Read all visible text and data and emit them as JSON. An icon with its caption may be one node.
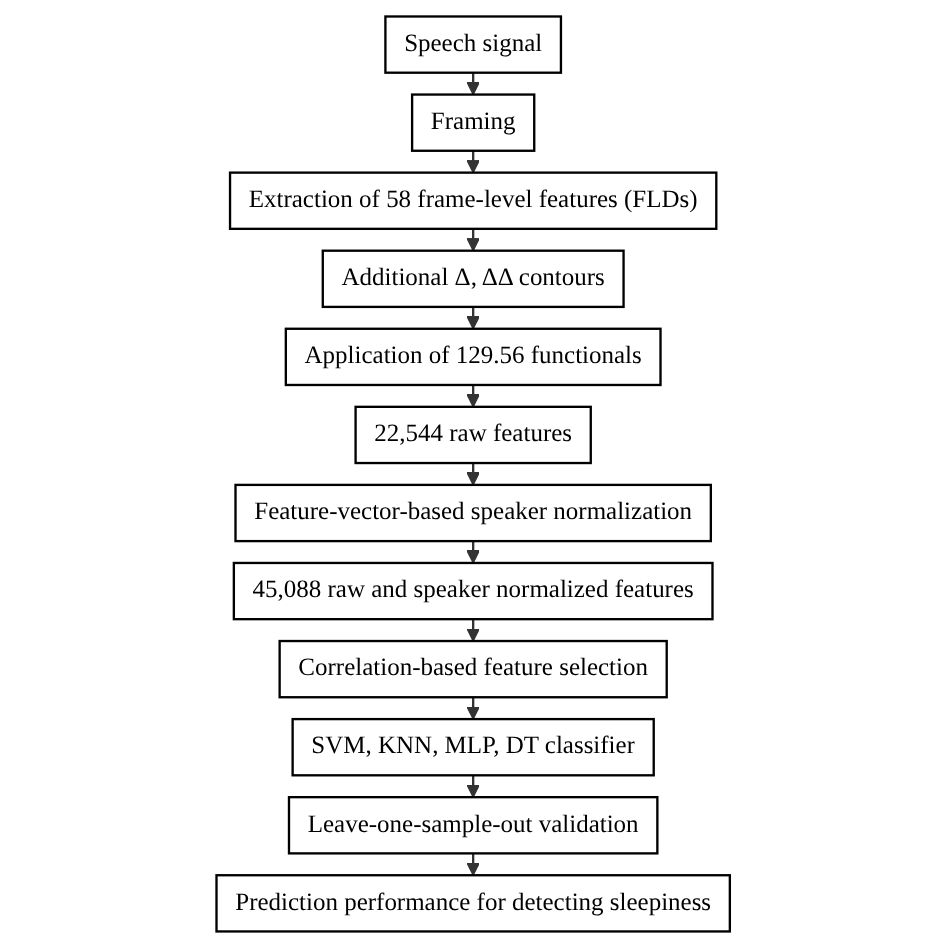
{
  "diagram": {
    "nodes": [
      {
        "text": [
          "Speech signal"
        ]
      },
      {
        "text": [
          "Framing"
        ]
      },
      {
        "text": [
          "Extraction of 58 frame-level features (FLDs)"
        ]
      },
      {
        "text": [
          "Additional Δ, ΔΔ contours"
        ]
      },
      {
        "text": [
          "Application of 129.56 functionals"
        ]
      },
      {
        "text": [
          "22,544 raw features"
        ]
      },
      {
        "text": [
          "Feature-vector-based speaker normalization"
        ]
      },
      {
        "text": [
          "45,088 raw and speaker normalized features"
        ]
      },
      {
        "text": [
          "Correlation-based feature selection"
        ]
      },
      {
        "text": [
          "SVM, KNN, MLP, DT classifier"
        ]
      },
      {
        "text": [
          "Leave-one-sample-out validation"
        ]
      },
      {
        "text": [
          "Prediction performance for detecting sleepiness"
        ]
      }
    ],
    "edges": [
      {
        "from": 0,
        "to": 1,
        "arrow": "to"
      },
      {
        "from": 1,
        "to": 2,
        "arrow": "to"
      },
      {
        "from": 2,
        "to": 3,
        "arrow": "to"
      },
      {
        "from": 3,
        "to": 4,
        "arrow": "to"
      },
      {
        "from": 4,
        "to": 5,
        "arrow": "to"
      },
      {
        "from": 5,
        "to": 6,
        "arrow": "to"
      },
      {
        "from": 6,
        "to": 7,
        "arrow": "to"
      },
      {
        "from": 7,
        "to": 8,
        "arrow": "to"
      },
      {
        "from": 8,
        "to": 9,
        "arrow": "to"
      },
      {
        "from": 9,
        "to": 10,
        "arrow": "to"
      },
      {
        "from": 10,
        "to": 11,
        "arrow": "to"
      }
    ]
  }
}
